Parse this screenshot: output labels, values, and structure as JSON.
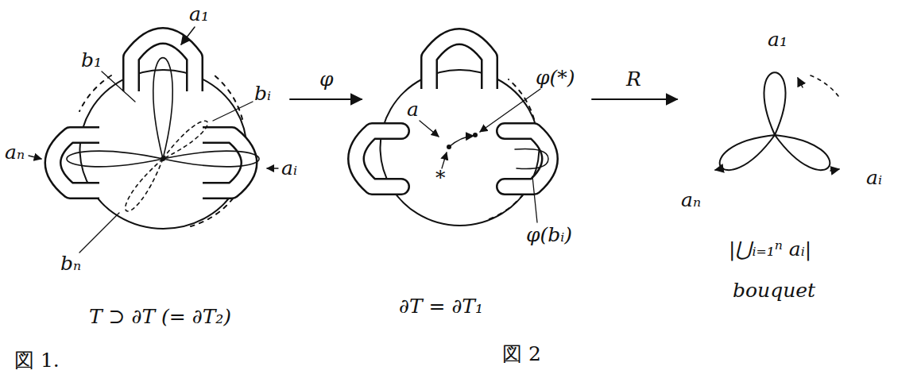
{
  "diagram": {
    "labels": [
      "a₁",
      "b₁",
      "bᵢ",
      "aₙ",
      "aᵢ",
      "bₙ",
      "T ⊃ ∂T (= ∂T₂)",
      "図 1.",
      "φ",
      "φ(*)",
      "a",
      "*",
      "φ(bᵢ)",
      "∂T = ∂T₁",
      "図 2",
      "R",
      "a₁",
      "aₙ",
      "aᵢ",
      "|⋃ᵢ₌₁ⁿ aᵢ|",
      "bouquet"
    ]
  }
}
